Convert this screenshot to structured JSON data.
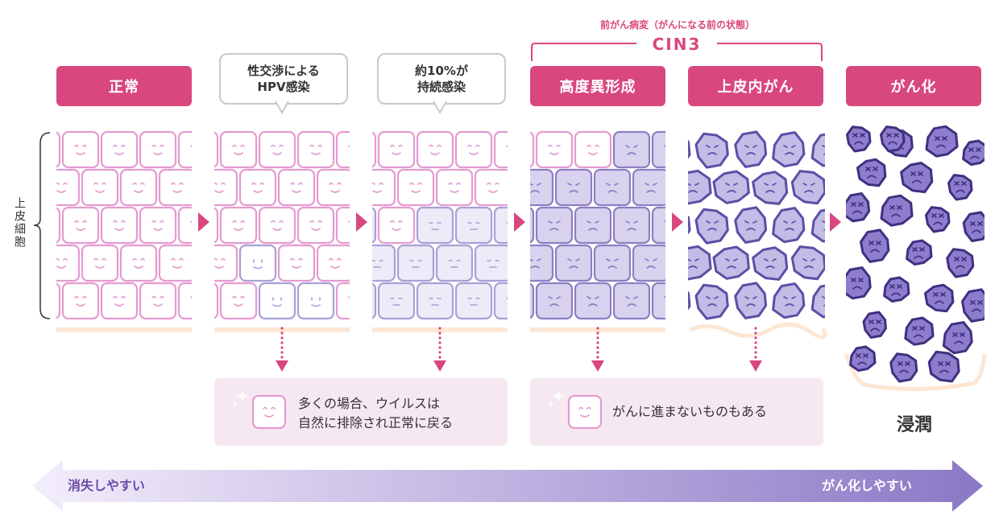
{
  "stages": [
    {
      "header": "正常",
      "header_style": "pill"
    },
    {
      "header_lines": [
        "性交渉による",
        "HPV感染"
      ],
      "header_style": "bubble"
    },
    {
      "header_lines": [
        "約10%が",
        "持続感染"
      ],
      "header_style": "bubble"
    },
    {
      "header": "高度異形成",
      "header_style": "pill"
    },
    {
      "header": "上皮内がん",
      "header_style": "pill"
    },
    {
      "header": "がん化",
      "header_style": "pill"
    }
  ],
  "cin": {
    "subtitle": "前がん病変（がんになる前の状態）",
    "title": "CIN3"
  },
  "epithelium_label": "上皮細胞",
  "notes": {
    "left": "多くの場合、ウイルスは\n自然に排除され正常に戻る",
    "right": "がんに進まないものもある"
  },
  "invasion_label": "浸潤",
  "progress_arrow": {
    "left_label": "消失しやすい",
    "right_label": "がん化しやすい"
  },
  "colors": {
    "pink": "#d9477f",
    "normal_cell": "#e59ad1",
    "infected_cell": "#aa9fd6",
    "abnormal_cell": "#8d7ec3",
    "cancer_cell": "#7e6bc0"
  }
}
